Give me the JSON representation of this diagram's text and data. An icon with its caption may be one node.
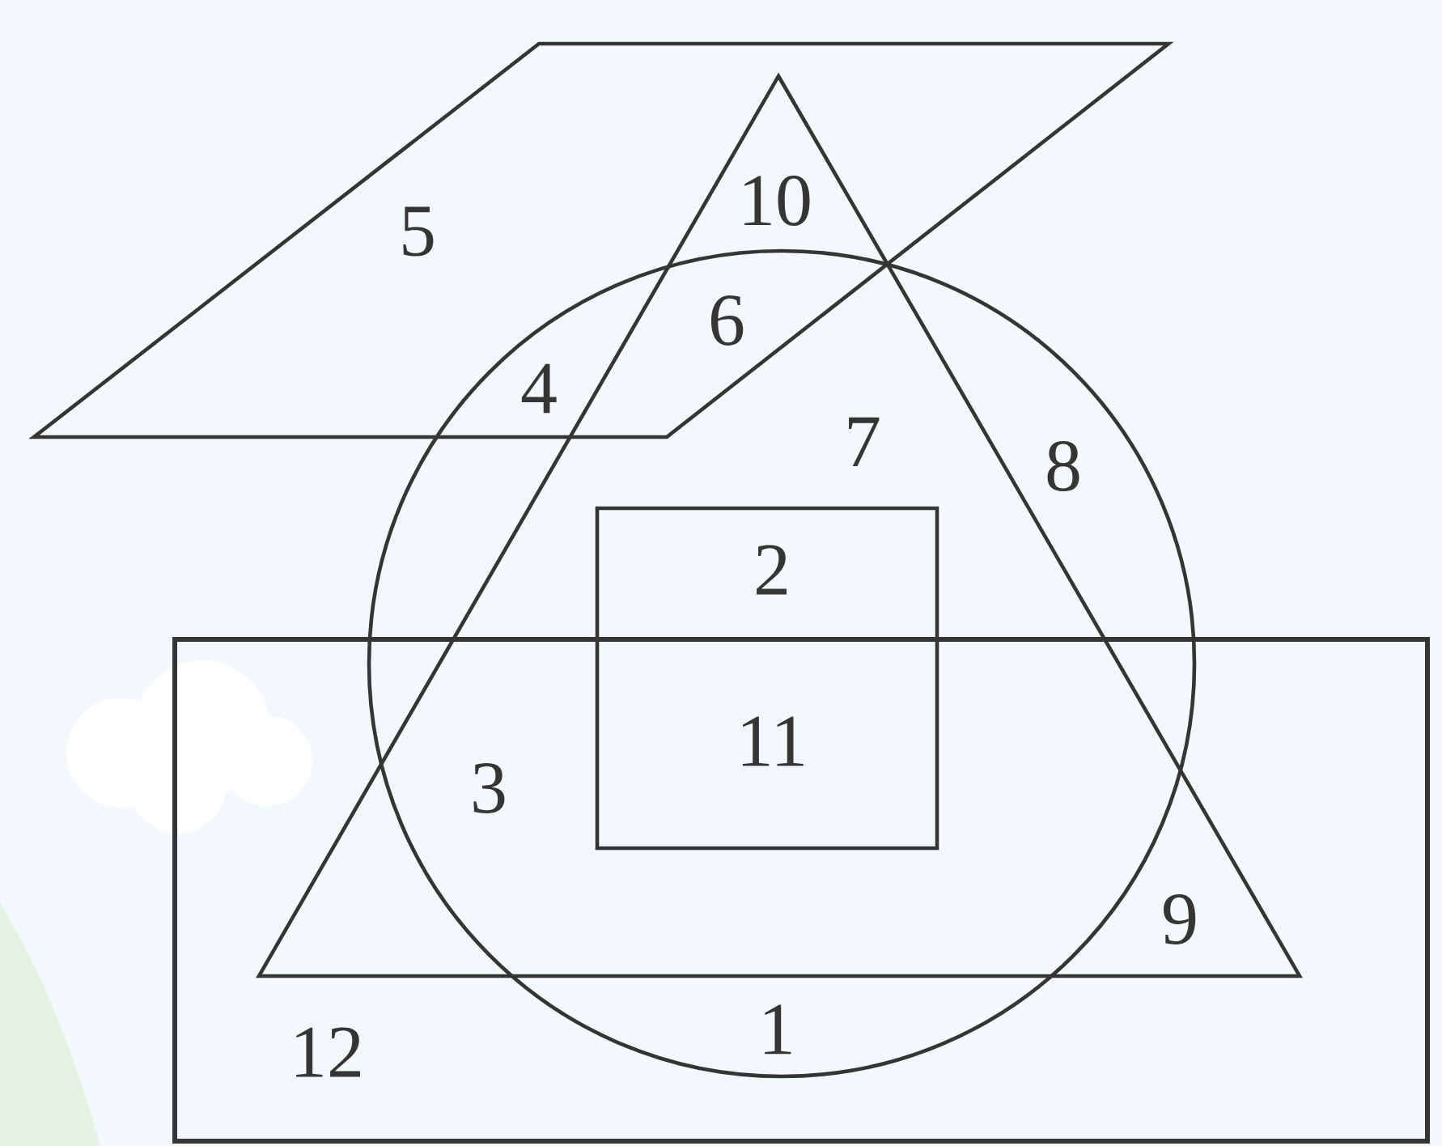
{
  "diagram": {
    "labels": [
      "5",
      "10",
      "6",
      "4",
      "7",
      "8",
      "2",
      "3",
      "11",
      "9",
      "12",
      "1"
    ]
  }
}
